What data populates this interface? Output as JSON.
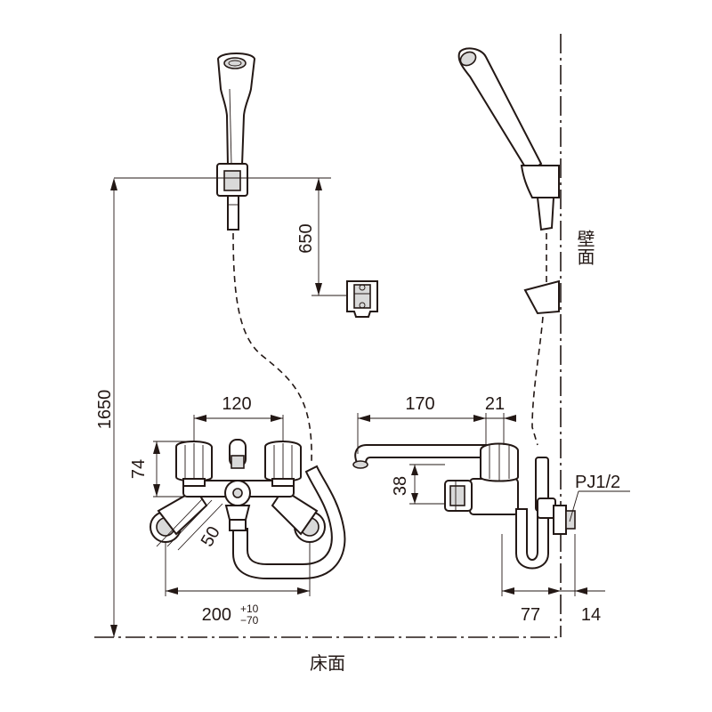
{
  "dimensions": {
    "total_height": "1650",
    "holder_height": "650",
    "valve_spacing": "120",
    "handle_height": "74",
    "eccentric": "50",
    "inlet_spacing_main": "200",
    "inlet_tol_plus": "+10",
    "inlet_tol_minus": "−70",
    "spout_reach": "170",
    "spout_offset": "21",
    "spout_drop": "38",
    "wall_to_body": "77",
    "thread_length": "14",
    "thread": "PJ1/2"
  },
  "labels": {
    "wall": "壁面",
    "floor": "床面"
  },
  "colors": {
    "ink": "#231815",
    "shade": "#d9d9d9"
  }
}
